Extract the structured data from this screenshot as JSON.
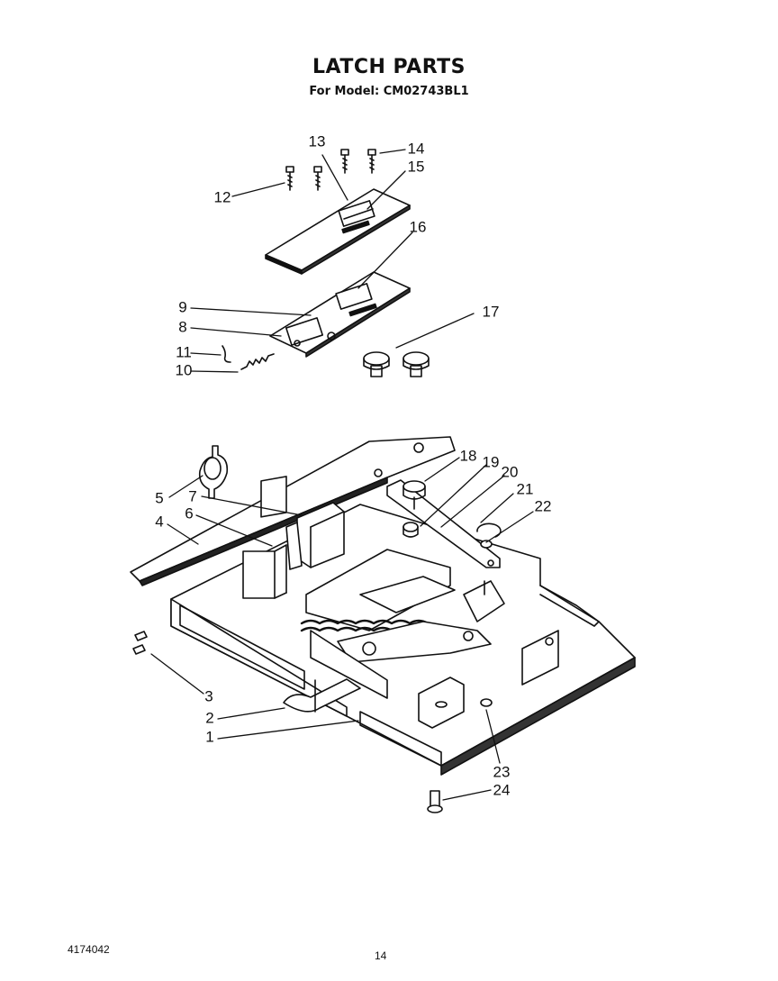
{
  "header": {
    "title": "LATCH PARTS",
    "subtitle": "For Model: CM02743BL1"
  },
  "footer": {
    "doc_number": "4174042",
    "page_number": "14"
  },
  "callouts": [
    "1",
    "2",
    "3",
    "4",
    "5",
    "6",
    "7",
    "8",
    "9",
    "10",
    "11",
    "12",
    "13",
    "14",
    "15",
    "16",
    "17",
    "18",
    "19",
    "20",
    "21",
    "22",
    "23",
    "24"
  ]
}
